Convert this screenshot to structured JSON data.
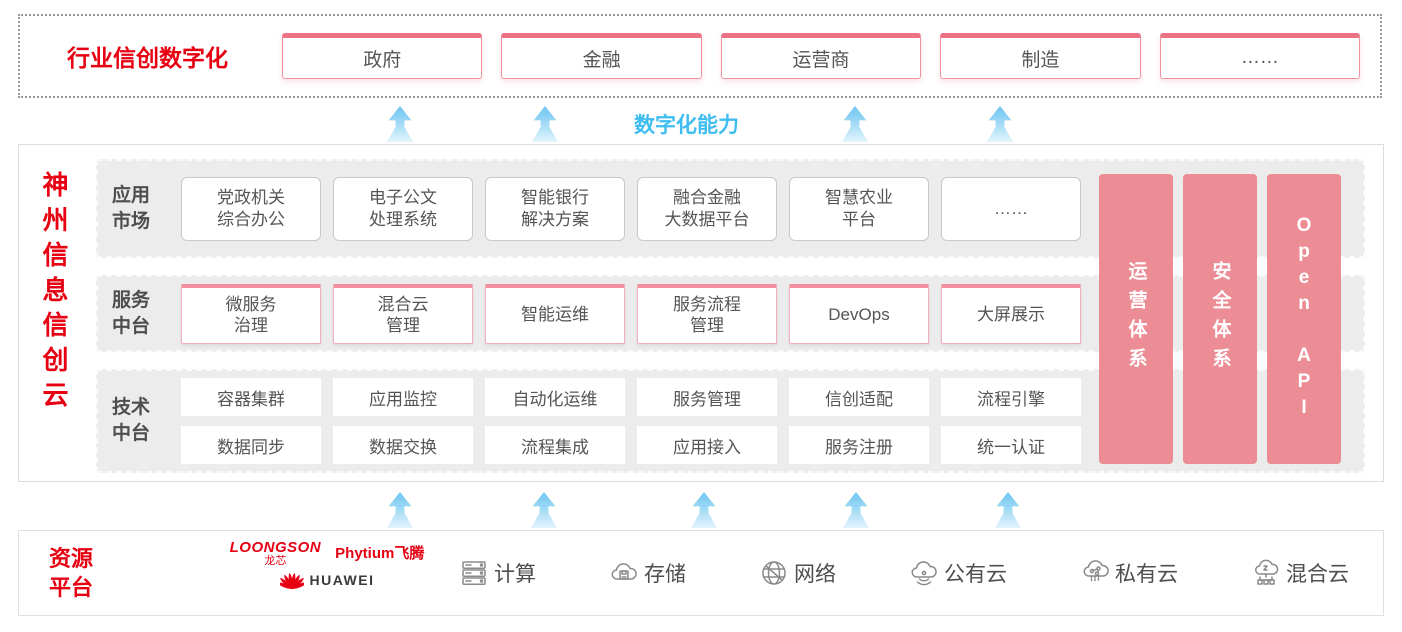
{
  "colors": {
    "accent_red": "#e60012",
    "pillar_pink": "#ec8d96",
    "capability_blue": "#3fbdf1"
  },
  "top": {
    "title": "行业信创数字化",
    "industries": [
      "政府",
      "金融",
      "运营商",
      "制造",
      "……"
    ]
  },
  "capability": {
    "label": "数字化能力"
  },
  "platform": {
    "title": "神州信息信创云",
    "app_row": {
      "label": "应用\n市场",
      "items": [
        "党政机关\n综合办公",
        "电子公文\n处理系统",
        "智能银行\n解决方案",
        "融合金融\n大数据平台",
        "智慧农业\n平台",
        "……"
      ]
    },
    "service_row": {
      "label": "服务\n中台",
      "items": [
        "微服务\n治理",
        "混合云\n管理",
        "智能运维",
        "服务流程\n管理",
        "DevOps",
        "大屏展示"
      ]
    },
    "tech_row": {
      "label": "技术\n中台",
      "items": [
        "容器集群",
        "应用监控",
        "自动化运维",
        "服务管理",
        "信创适配",
        "流程引擎",
        "数据同步",
        "数据交换",
        "流程集成",
        "应用接入",
        "服务注册",
        "统一认证"
      ]
    },
    "pillars": [
      "运营体系",
      "安全体系",
      "Open API"
    ]
  },
  "resources": {
    "title": "资源\n平台",
    "vendors": {
      "loongson": "LOONGSON",
      "loongson_sub": "龙芯",
      "phytium": "Phytium飞腾",
      "huawei": "HUAWEI"
    },
    "items": [
      {
        "icon": "server-icon",
        "label": "计算"
      },
      {
        "icon": "storage-cloud-icon",
        "label": "存储"
      },
      {
        "icon": "network-globe-icon",
        "label": "网络"
      },
      {
        "icon": "public-cloud-icon",
        "label": "公有云"
      },
      {
        "icon": "private-cloud-icon",
        "label": "私有云"
      },
      {
        "icon": "hybrid-cloud-icon",
        "label": "混合云"
      }
    ]
  }
}
